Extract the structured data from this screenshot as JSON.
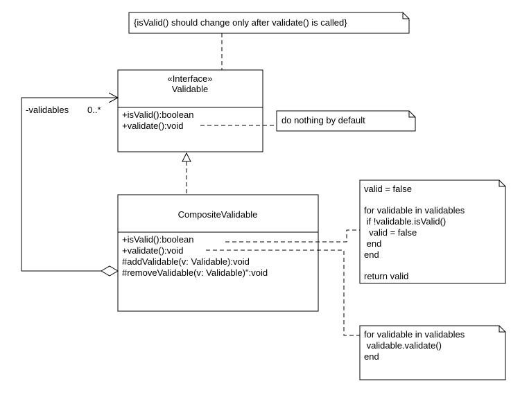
{
  "interface_class": {
    "stereotype": "«Interface»",
    "name": "Validable",
    "operations": [
      "+isValid():boolean",
      "+validate():void"
    ]
  },
  "composite_class": {
    "name": "CompositeValidable",
    "operations": [
      "+isValid():boolean",
      "+validate():void",
      "#addValidable(v: Validable):void",
      "#removeValidable(v: Validable)\":void"
    ]
  },
  "association": {
    "role": "-validables",
    "multiplicity": "0..*"
  },
  "notes": {
    "constraint": "{isValid() should change only after validate() is called}",
    "default_behavior": "do nothing by default",
    "isvalid_impl": [
      "valid = false",
      "",
      "for validable in validables",
      " if !validable.isValid()",
      "  valid = false",
      " end",
      "end",
      "",
      "return valid"
    ],
    "validate_impl": [
      "for validable in validables",
      " validable.validate()",
      "end"
    ]
  }
}
